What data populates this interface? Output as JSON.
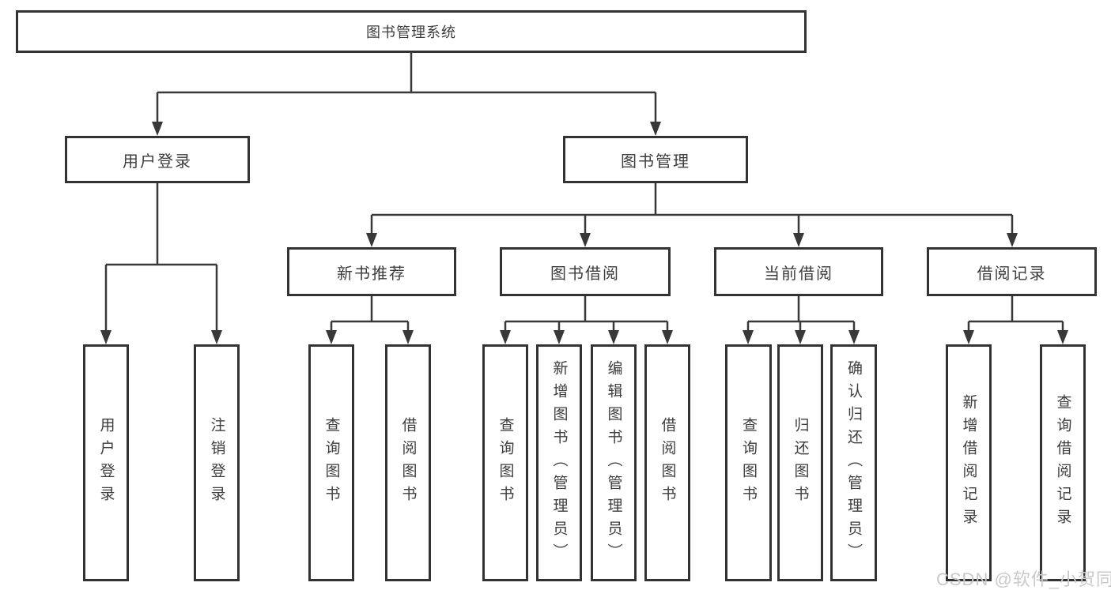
{
  "tree": {
    "root": {
      "label": "图书管理系统"
    },
    "branches": [
      {
        "label": "用户登录",
        "children": [
          {
            "label": "用户登录"
          },
          {
            "label": "注销登录"
          }
        ]
      },
      {
        "label": "图书管理",
        "children": [
          {
            "label": "新书推荐",
            "children": [
              {
                "label": "查询图书"
              },
              {
                "label": "借阅图书"
              }
            ]
          },
          {
            "label": "图书借阅",
            "children": [
              {
                "label": "查询图书"
              },
              {
                "label": "新增图书（管理员）"
              },
              {
                "label": "编辑图书（管理员）"
              },
              {
                "label": "借阅图书"
              }
            ]
          },
          {
            "label": "当前借阅",
            "children": [
              {
                "label": "查询图书"
              },
              {
                "label": "归还图书"
              },
              {
                "label": "确认归还（管理员）"
              }
            ]
          },
          {
            "label": "借阅记录",
            "children": [
              {
                "label": "新增借阅记录"
              },
              {
                "label": "查询借阅记录"
              }
            ]
          }
        ]
      }
    ]
  },
  "watermark": {
    "text": "CSDN @软件_小贺同学",
    "color": "#c9c9c9"
  },
  "colors": {
    "line": "#383838",
    "box_border": "#333333",
    "box_fill": "#ffffff",
    "text": "#3d3d3d",
    "background": "#ffffff"
  }
}
